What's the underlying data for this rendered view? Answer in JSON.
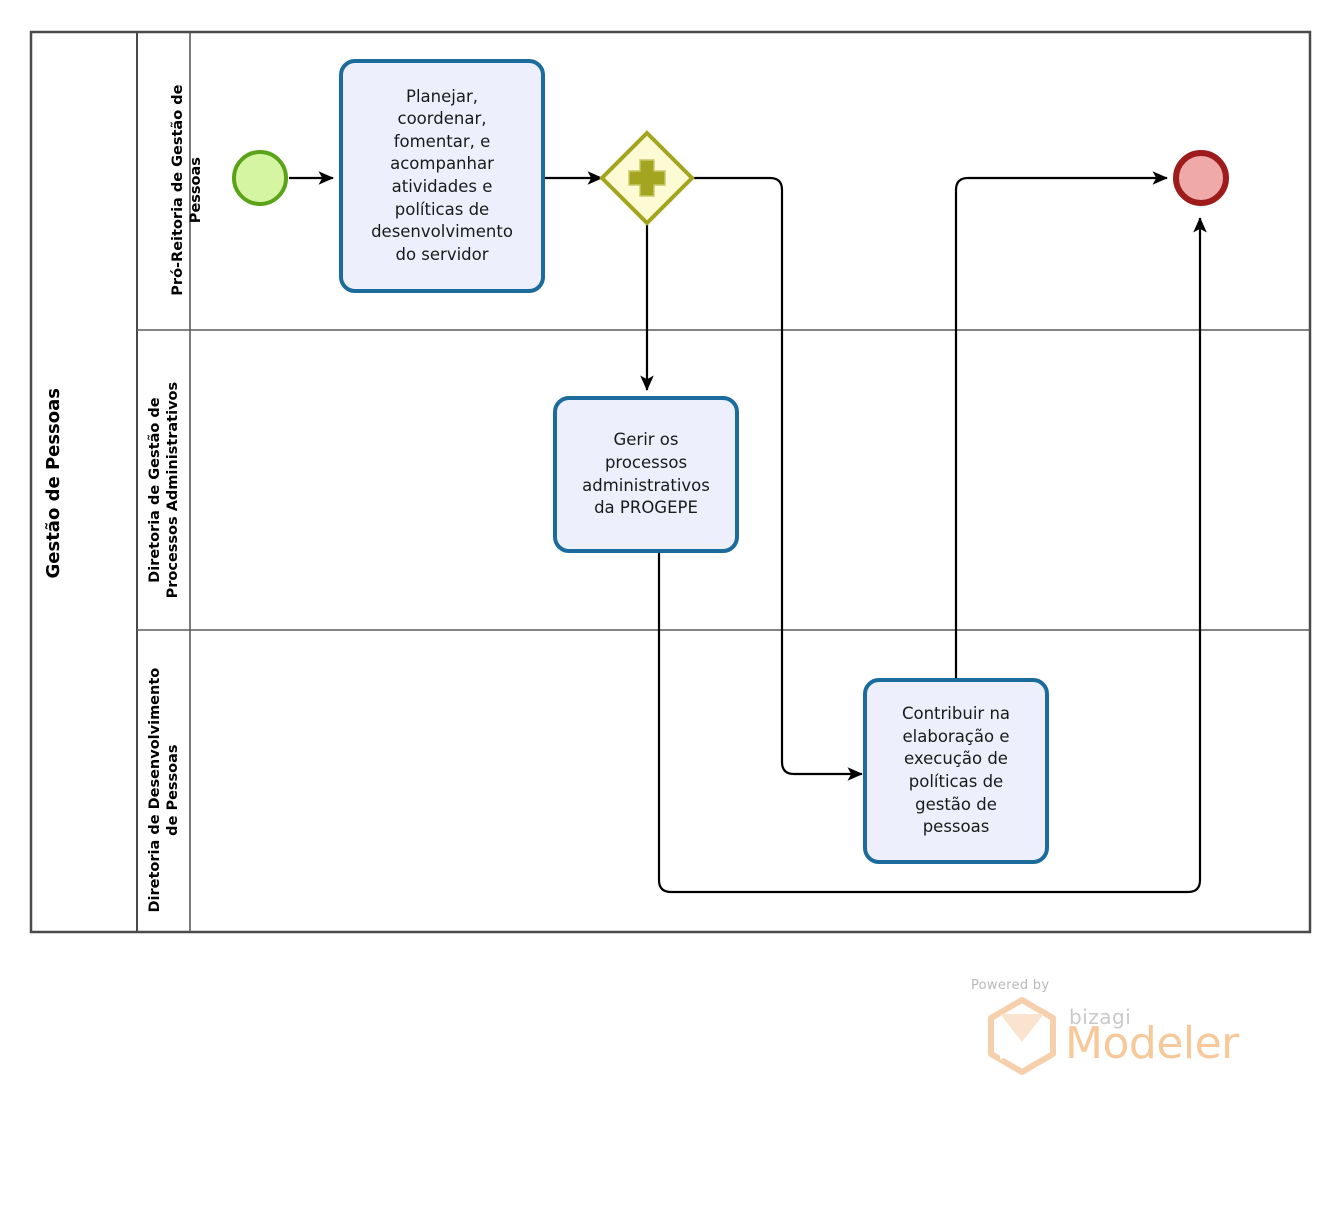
{
  "diagram": {
    "type": "bpmn-process",
    "pool": {
      "title": "Gestão de Pessoas"
    },
    "lanes": [
      {
        "id": "lane1",
        "label": "Pró-Reitoria de Gestão de\nPessoas"
      },
      {
        "id": "lane2",
        "label": "Diretoria de Gestão de\nProcessos Administrativos"
      },
      {
        "id": "lane3",
        "label": "Diretoria de Desenvolvimento\nde Pessoas"
      }
    ],
    "events": [
      {
        "id": "start",
        "kind": "start-event",
        "lane": "lane1",
        "label": ""
      },
      {
        "id": "end",
        "kind": "end-event",
        "lane": "lane1",
        "label": ""
      }
    ],
    "gateways": [
      {
        "id": "gw1",
        "kind": "parallel-gateway",
        "lane": "lane1",
        "symbol": "+",
        "label": ""
      }
    ],
    "tasks": [
      {
        "id": "task1",
        "lane": "lane1",
        "label": "Planejar,\ncoordenar,\nfomentar, e\nacompanhar\natividades e\npolíticas de\ndesenvolvimento\ndo servidor"
      },
      {
        "id": "task2",
        "lane": "lane2",
        "label": "Gerir os\nprocessos\nadministrativos\nda PROGEPE"
      },
      {
        "id": "task3",
        "lane": "lane3",
        "label": "Contribuir na\nelaboração e\nexecução de\npolíticas de\ngestão de\npessoas"
      }
    ],
    "flows": [
      {
        "from": "start",
        "to": "task1"
      },
      {
        "from": "task1",
        "to": "gw1"
      },
      {
        "from": "gw1",
        "to": "task2"
      },
      {
        "from": "gw1",
        "to": "task3"
      },
      {
        "from": "task3",
        "to": "end"
      },
      {
        "from": "task2",
        "to": "end"
      }
    ],
    "colors": {
      "start_fill": "#D6F5A3",
      "start_stroke": "#5BA318",
      "end_fill": "#EFA9A9",
      "end_stroke": "#9E1B1B",
      "gateway_fill": "#FDFBD4",
      "gateway_stroke": "#A3A521",
      "task_fill": "#EDF0FC",
      "task_stroke": "#1B6C9C",
      "pool_stroke": "#4A4A4A",
      "flow_stroke": "#000000"
    }
  },
  "watermark": {
    "powered_by": "Powered by",
    "brand": "bizagi",
    "product": "Modeler",
    "logo_color": "#F6CCA4"
  }
}
